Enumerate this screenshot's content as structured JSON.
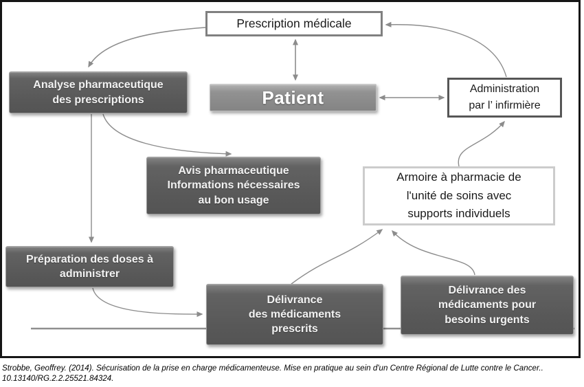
{
  "diagram": {
    "title_domain": "medication circuit flowchart",
    "nodes": {
      "prescription": {
        "label": "Prescription médicale"
      },
      "patient": {
        "label": "Patient"
      },
      "analyse": {
        "lines": [
          "Analyse pharmaceutique",
          "des prescriptions"
        ]
      },
      "administration": {
        "lines": [
          "Administration",
          "par l’ infirmière"
        ]
      },
      "avis": {
        "lines": [
          "Avis pharmaceutique",
          "Informations nécessaires",
          "au bon usage"
        ]
      },
      "armoire": {
        "lines": [
          "Armoire à pharmacie de",
          "l'unité de soins avec",
          "supports individuels"
        ]
      },
      "preparation": {
        "lines": [
          "Préparation des doses à",
          "administrer"
        ]
      },
      "delivrance_prescrits": {
        "lines": [
          "Délivrance",
          "des médicaments",
          "prescrits"
        ]
      },
      "delivrance_urgents": {
        "lines": [
          "Délivrance des",
          "médicaments pour",
          "besoins urgents"
        ]
      }
    },
    "edges": [
      {
        "from": "prescription",
        "to": "analyse",
        "style": "arrow"
      },
      {
        "from": "prescription",
        "to": "patient",
        "style": "double-arrow"
      },
      {
        "from": "patient",
        "to": "administration",
        "style": "double-arrow"
      },
      {
        "from": "administration",
        "to": "prescription",
        "style": "arrow"
      },
      {
        "from": "analyse",
        "to": "avis",
        "style": "arrow"
      },
      {
        "from": "analyse",
        "to": "preparation",
        "style": "arrow"
      },
      {
        "from": "preparation",
        "to": "delivrance_prescrits",
        "style": "arrow"
      },
      {
        "from": "delivrance_prescrits",
        "to": "armoire",
        "style": "arrow"
      },
      {
        "from": "delivrance_urgents",
        "to": "armoire",
        "style": "arrow"
      },
      {
        "from": "armoire",
        "to": "administration",
        "style": "arrow"
      },
      {
        "from": "baseline",
        "to": "baseline",
        "style": "line"
      }
    ],
    "colors": {
      "dark_box": "#595959",
      "patient_box": "#8a8a8a",
      "arrow": "#8c8c8c",
      "frame_border": "#161616",
      "prescription_border": "#808080",
      "administration_border": "#565656",
      "armoire_border": "#cccccc"
    }
  },
  "citation": {
    "line1": "Strobbe, Geoffrey. (2014). Sécurisation de la prise en charge médicamenteuse. Mise en pratique au sein d'un Centre Régional de Lutte contre le Cancer..",
    "line2": "10.13140/RG.2.2.25521.84324."
  }
}
